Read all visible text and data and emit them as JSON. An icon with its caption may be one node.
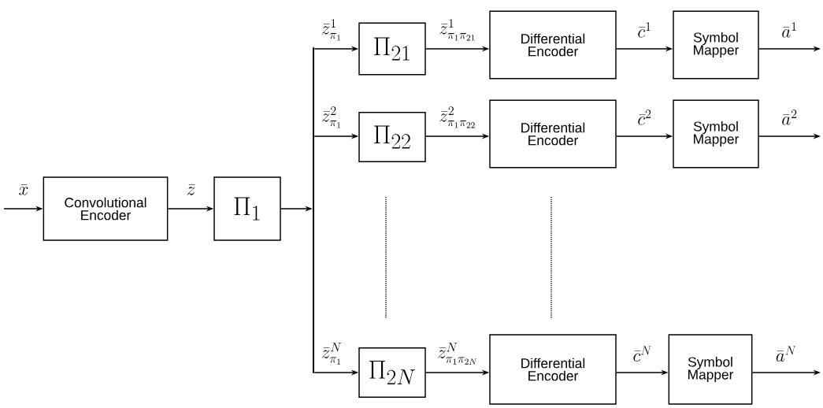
{
  "diagram": {
    "nodes": [
      {
        "text": [
          "Convolutional Encoder"
        ]
      },
      {
        "text": [
          "\\Pi_{1}"
        ]
      },
      {
        "text": [],
        "shape": "bar"
      },
      {
        "text": [
          "\\Pi_{21}"
        ]
      },
      {
        "text": [
          "Differential Encoder"
        ]
      },
      {
        "text": [
          "Symbol Mapper"
        ]
      },
      {
        "text": [
          "\\Pi_{22}"
        ]
      },
      {
        "text": [
          "Differential Encoder"
        ]
      },
      {
        "text": [
          "Symbol Mapper"
        ]
      },
      {
        "text": [
          "\\Pi_{2N}"
        ]
      },
      {
        "text": [
          "Differential Encoder"
        ]
      },
      {
        "text": [
          "Symbol Mapper"
        ]
      }
    ],
    "edges": [
      {
        "from": null,
        "to": 0,
        "arrow": "to",
        "label": "\\bar{x}"
      },
      {
        "from": 0,
        "to": 1,
        "arrow": "to",
        "label": "\\bar{z}"
      },
      {
        "from": 1,
        "to": 2,
        "arrow": "to"
      },
      {
        "from": 2,
        "to": 3,
        "arrow": "to",
        "label": "\\bar{z}_{\\pi_1}^{1}"
      },
      {
        "from": 2,
        "to": 6,
        "arrow": "to",
        "label": "\\bar{z}_{\\pi_1}^{2}"
      },
      {
        "from": 2,
        "to": 9,
        "arrow": "to",
        "label": "\\bar{z}_{\\pi_1}^{N}"
      },
      {
        "from": 3,
        "to": 4,
        "arrow": "to",
        "label": "\\bar{z}_{\\pi_1\\pi_{21}}^{1}"
      },
      {
        "from": 4,
        "to": 5,
        "arrow": "to",
        "label": "\\bar{c}^{1}"
      },
      {
        "from": 5,
        "to": null,
        "arrow": "to",
        "label": "\\bar{a}^{1}"
      },
      {
        "from": 6,
        "to": 7,
        "arrow": "to",
        "label": "\\bar{z}_{\\pi_1\\pi_{22}}^{2}"
      },
      {
        "from": 7,
        "to": 8,
        "arrow": "to",
        "label": "\\bar{c}^{2}"
      },
      {
        "from": 8,
        "to": null,
        "arrow": "to",
        "label": "\\bar{a}^{2}"
      },
      {
        "from": 9,
        "to": 10,
        "arrow": "to",
        "label": "\\bar{z}_{\\pi_1\\pi_{2N}}^{N}"
      },
      {
        "from": 10,
        "to": 11,
        "arrow": "to",
        "label": "\\bar{c}^{N}"
      },
      {
        "from": 11,
        "to": null,
        "arrow": "to",
        "label": "\\bar{a}^{N}"
      }
    ]
  }
}
